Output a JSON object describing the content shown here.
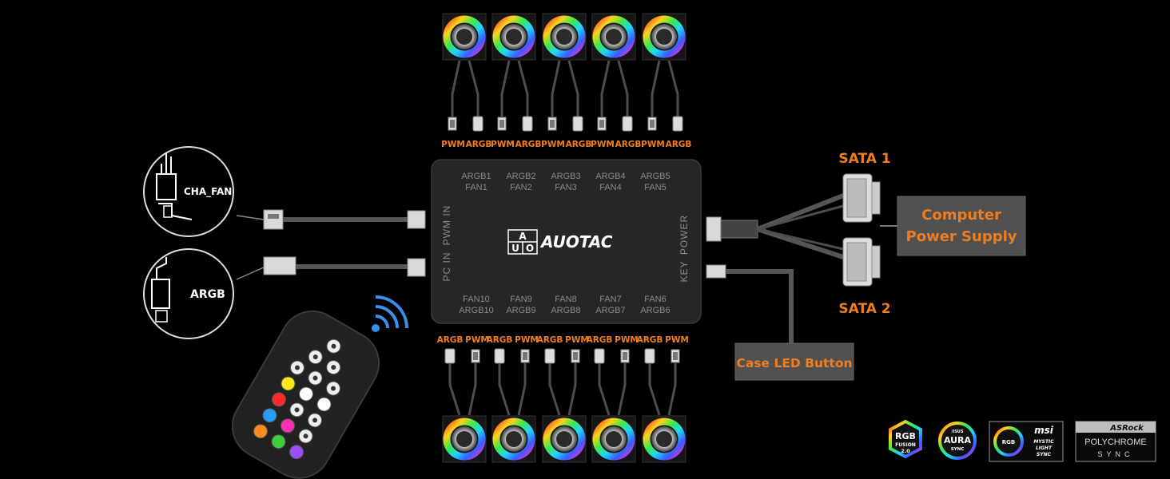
{
  "hub": {
    "brand": "AUOTAC",
    "logo_letters": [
      "A",
      "U",
      "O"
    ],
    "top_ports": [
      {
        "argb": "ARGB1",
        "fan": "FAN1"
      },
      {
        "argb": "ARGB2",
        "fan": "FAN2"
      },
      {
        "argb": "ARGB3",
        "fan": "FAN3"
      },
      {
        "argb": "ARGB4",
        "fan": "FAN4"
      },
      {
        "argb": "ARGB5",
        "fan": "FAN5"
      }
    ],
    "bottom_ports": [
      {
        "fan": "FAN10",
        "argb": "ARGB10"
      },
      {
        "fan": "FAN9",
        "argb": "ARGB9"
      },
      {
        "fan": "FAN8",
        "argb": "ARGB8"
      },
      {
        "fan": "FAN7",
        "argb": "ARGB7"
      },
      {
        "fan": "FAN6",
        "argb": "ARGB6"
      }
    ],
    "left_labels": {
      "pwm_in": "PWM IN",
      "pc_in": "PC IN"
    },
    "right_labels": {
      "power": "POWER",
      "key": "KEY"
    }
  },
  "top_pins": [
    "PWM",
    "ARGB",
    "PWM",
    "ARGB",
    "PWM",
    "ARGB",
    "PWM",
    "ARGB",
    "PWM",
    "ARGB"
  ],
  "bottom_pins": [
    "ARGB",
    "PWM",
    "ARGB",
    "PWM",
    "ARGB",
    "PWM",
    "ARGB",
    "PWM",
    "ARGB",
    "PWM"
  ],
  "motherboard": {
    "cha_fan": "CHA_FAN",
    "argb": "ARGB"
  },
  "sata": {
    "sata1": "SATA 1",
    "sata2": "SATA 2"
  },
  "psu": {
    "line1": "Computer",
    "line2": "Power Supply"
  },
  "case_button": "Case LED Button",
  "sync_logos": {
    "gigabyte": {
      "line1": "RGB",
      "line2": "FUSION",
      "line3": "2.0"
    },
    "asus": {
      "small": "/ISUS",
      "main": "AURA",
      "sub": "SYNC"
    },
    "msi": {
      "brand": "msi",
      "inner": "RGB",
      "line1": "MYSTIC",
      "line2": "LIGHT",
      "line3": "SYNC"
    },
    "asrock": {
      "brand": "ASRock",
      "main": "POLYCHROME",
      "sub": "SYNC"
    }
  },
  "colors": {
    "accent": "#f07d1e",
    "hub": "#262626",
    "background": "#000000"
  }
}
